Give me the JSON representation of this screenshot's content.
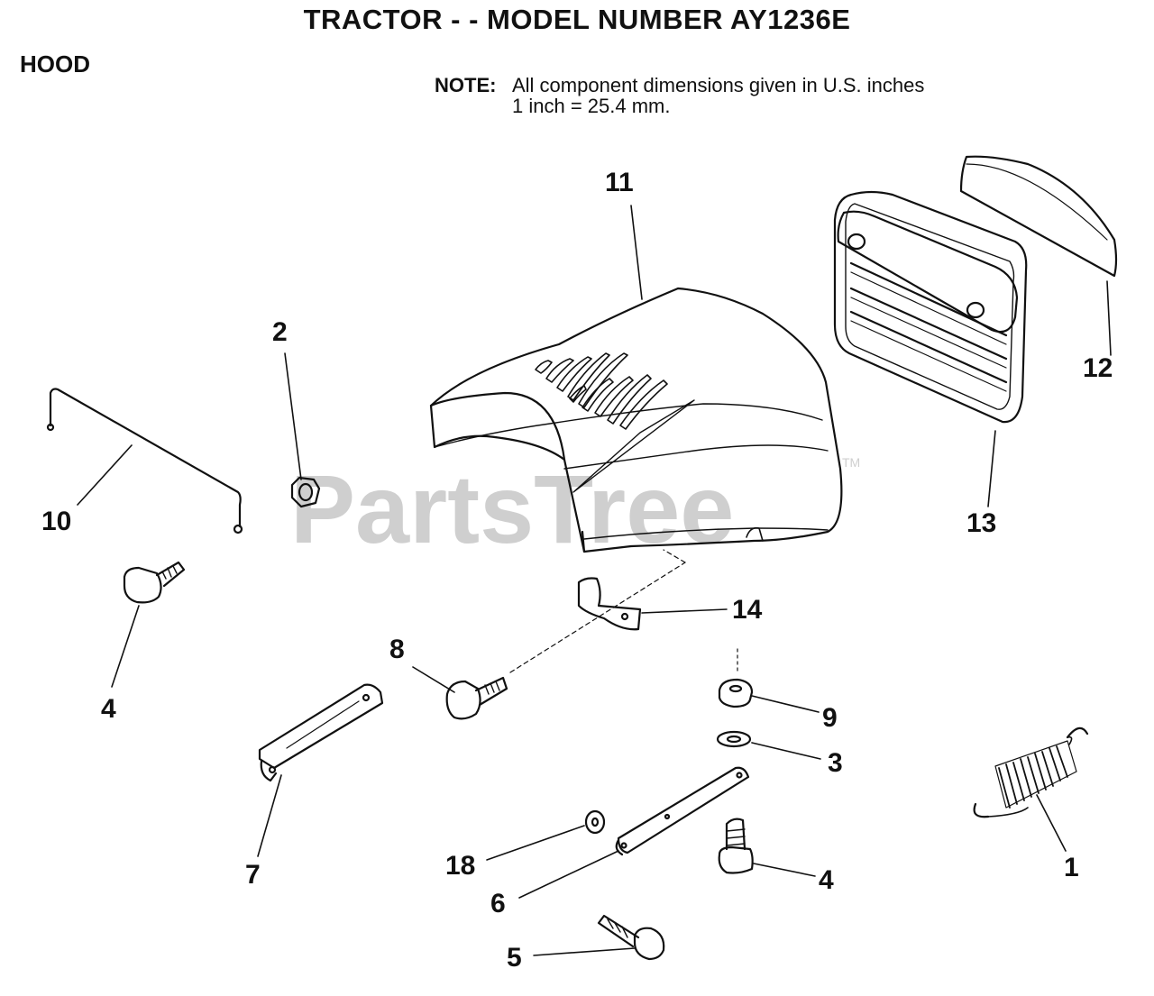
{
  "header": {
    "title": "TRACTOR - - MODEL NUMBER AY1236E",
    "section": "HOOD",
    "note_label": "NOTE:",
    "note_line1": "All component dimensions given in U.S. inches",
    "note_line2": "1 inch = 25.4 mm."
  },
  "watermark": {
    "text": "PartsTree",
    "mark": "TM"
  },
  "callouts": {
    "c11": "11",
    "c12": "12",
    "c13": "13",
    "c2": "2",
    "c10": "10",
    "c4a": "4",
    "c14": "14",
    "c8": "8",
    "c9": "9",
    "c3": "3",
    "c7": "7",
    "c1": "1",
    "c18": "18",
    "c4b": "4",
    "c6": "6",
    "c5": "5"
  }
}
